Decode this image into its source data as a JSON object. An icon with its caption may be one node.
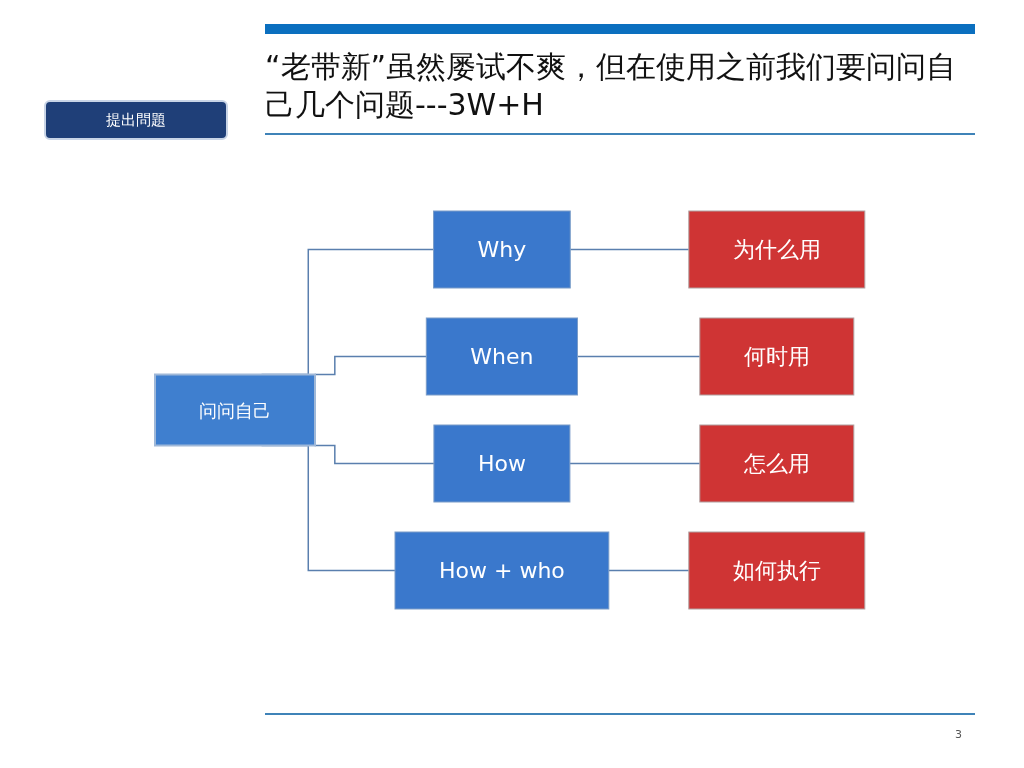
{
  "diagram": {
    "title": "“老带新”虽然屡试不爽，但在使用之前我们要问问自己几个问题---3W+H",
    "nodes": [
      {
        "text": [
          "问问自己"
        ]
      },
      {
        "text": [
          "Why"
        ]
      },
      {
        "text": [
          "为什么用"
        ]
      },
      {
        "text": [
          "When"
        ]
      },
      {
        "text": [
          "何时用"
        ]
      },
      {
        "text": [
          "How"
        ]
      },
      {
        "text": [
          "怎么用"
        ]
      },
      {
        "text": [
          "How + who"
        ]
      },
      {
        "text": [
          "如何执行"
        ]
      }
    ],
    "edges": [
      {
        "from": 0,
        "to": 1,
        "arrow": "none"
      },
      {
        "from": 0,
        "to": 3,
        "arrow": "none"
      },
      {
        "from": 0,
        "to": 5,
        "arrow": "none"
      },
      {
        "from": 0,
        "to": 7,
        "arrow": "none"
      },
      {
        "from": 1,
        "to": 2,
        "arrow": "none"
      },
      {
        "from": 3,
        "to": 4,
        "arrow": "none"
      },
      {
        "from": 5,
        "to": 6,
        "arrow": "none"
      },
      {
        "from": 7,
        "to": 8,
        "arrow": "none"
      }
    ],
    "labels": [
      "提出問題",
      "3"
    ]
  }
}
